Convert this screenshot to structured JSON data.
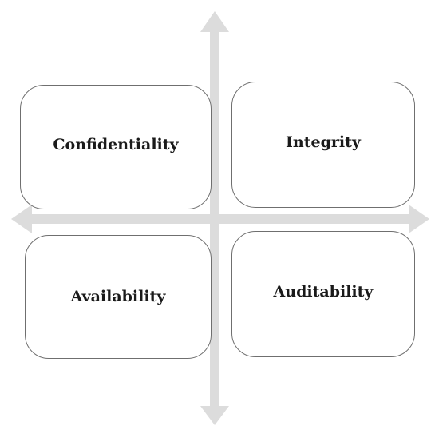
{
  "diagram": {
    "quadrants": [
      {
        "position": "top-left",
        "label": "Confidentiality"
      },
      {
        "position": "top-right",
        "label": "Integrity"
      },
      {
        "position": "bottom-left",
        "label": "Availability"
      },
      {
        "position": "bottom-right",
        "label": "Auditability"
      }
    ],
    "colors": {
      "arrow": "#dcdcdc",
      "box_border": "#6f6f6f",
      "text": "#1a1a1a"
    }
  }
}
